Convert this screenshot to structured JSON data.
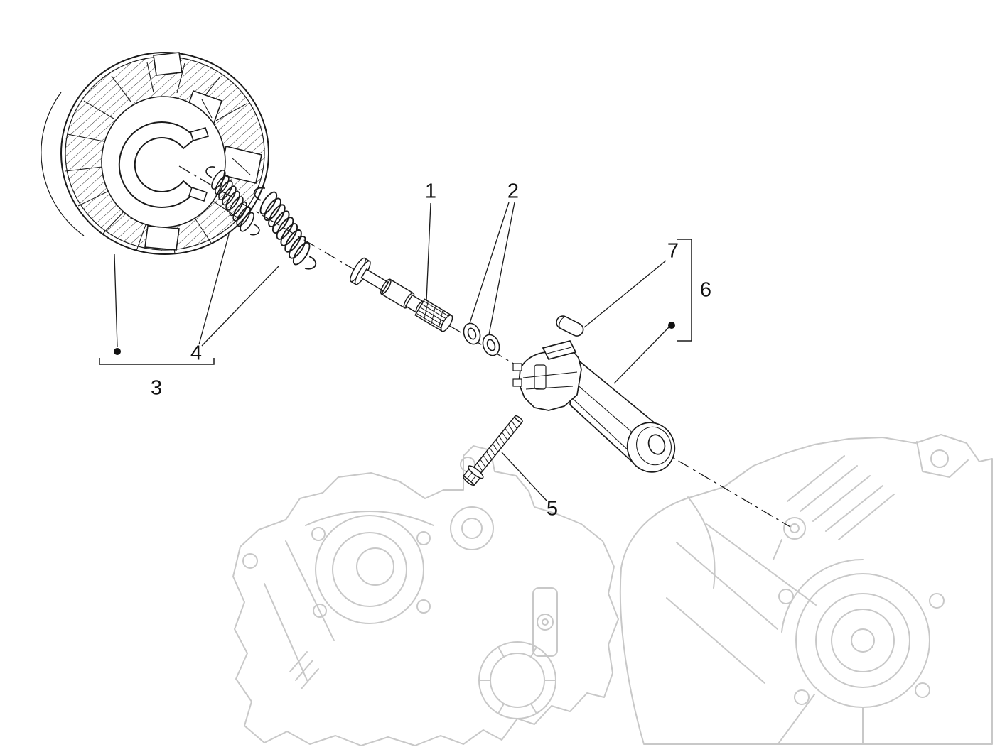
{
  "diagram": {
    "type": "exploded-parts-diagram",
    "colors": {
      "line": "#1a1a1a",
      "ghost": "#c8c8c8",
      "background": "#ffffff"
    },
    "callouts": {
      "c1": {
        "label": "1"
      },
      "c2": {
        "label": "2"
      },
      "c3": {
        "label": "3"
      },
      "c4": {
        "label": "4"
      },
      "c5": {
        "label": "5"
      },
      "c6": {
        "label": "6"
      },
      "c7": {
        "label": "7"
      }
    }
  }
}
